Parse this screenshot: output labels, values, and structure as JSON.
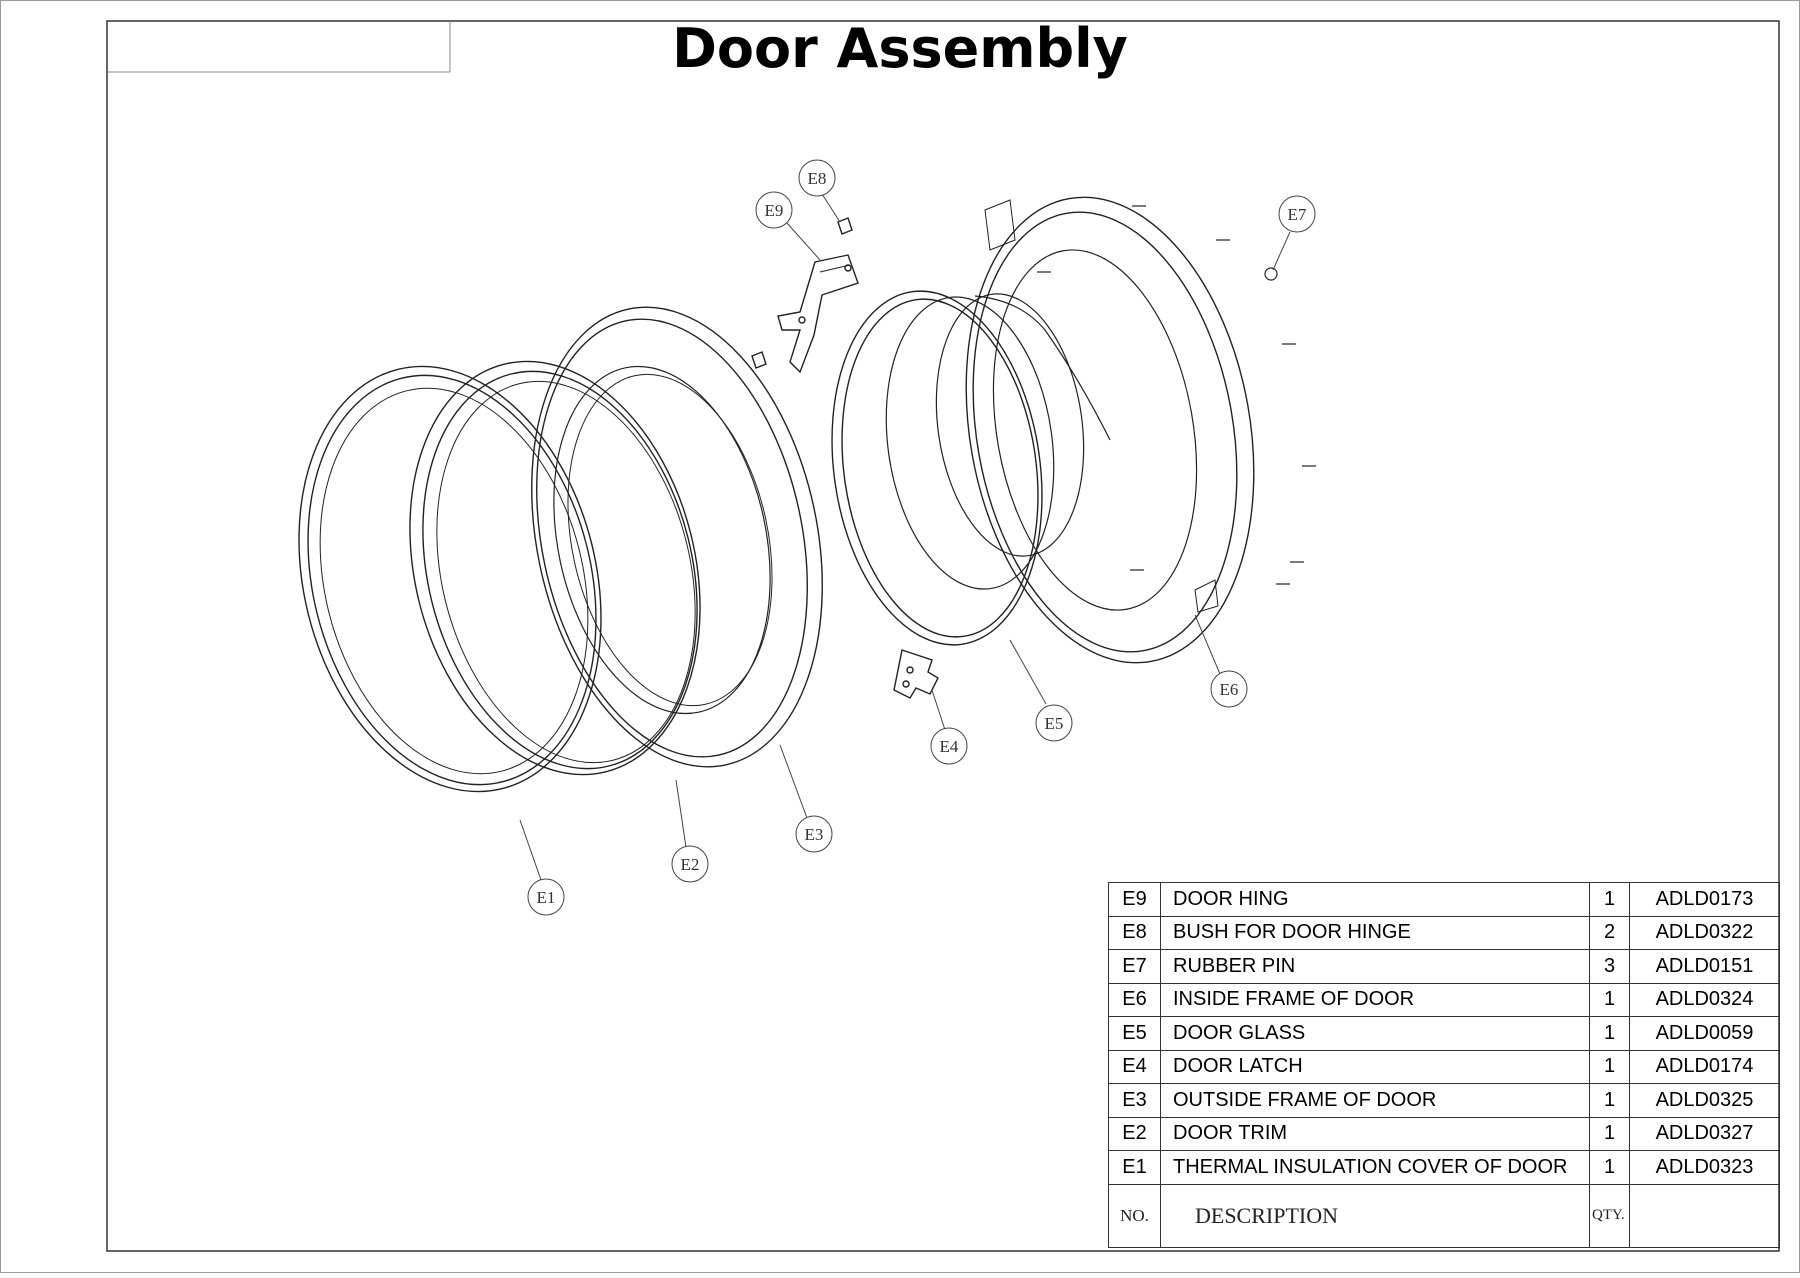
{
  "title": "Door Assembly",
  "callouts": [
    "E1",
    "E2",
    "E3",
    "E4",
    "E5",
    "E6",
    "E7",
    "E8",
    "E9"
  ],
  "table": {
    "header": {
      "no": "NO.",
      "description": "DESCRIPTION",
      "qty": "QTY.",
      "part": ""
    },
    "rows": [
      {
        "no": "E9",
        "description": "DOOR HING",
        "qty": "1",
        "part": "ADLD0173"
      },
      {
        "no": "E8",
        "description": "BUSH FOR DOOR HINGE",
        "qty": "2",
        "part": "ADLD0322"
      },
      {
        "no": "E7",
        "description": "RUBBER PIN",
        "qty": "3",
        "part": "ADLD0151"
      },
      {
        "no": "E6",
        "description": "INSIDE FRAME OF DOOR",
        "qty": "1",
        "part": "ADLD0324"
      },
      {
        "no": "E5",
        "description": "DOOR GLASS",
        "qty": "1",
        "part": "ADLD0059"
      },
      {
        "no": "E4",
        "description": "DOOR LATCH",
        "qty": "1",
        "part": "ADLD0174"
      },
      {
        "no": "E3",
        "description": "OUTSIDE FRAME OF DOOR",
        "qty": "1",
        "part": "ADLD0325"
      },
      {
        "no": "E2",
        "description": "DOOR TRIM",
        "qty": "1",
        "part": "ADLD0327"
      },
      {
        "no": "E1",
        "description": "THERMAL INSULATION COVER OF DOOR",
        "qty": "1",
        "part": "ADLD0323"
      }
    ]
  }
}
